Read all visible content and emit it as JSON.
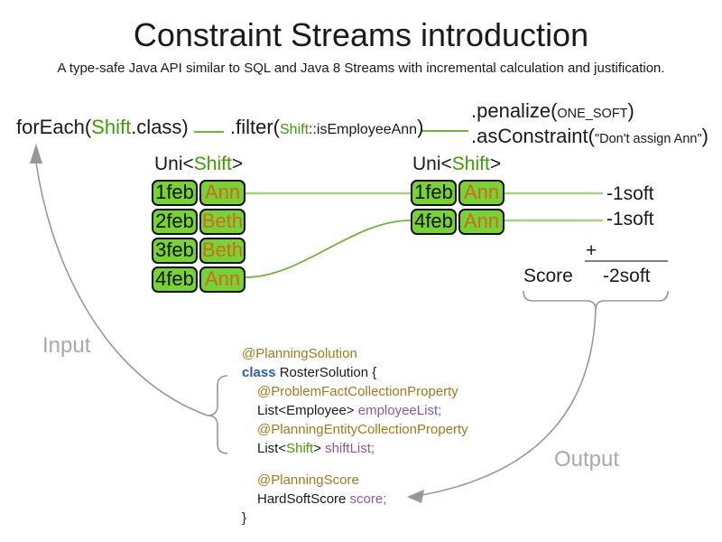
{
  "title": "Constraint Streams introduction",
  "subtitle": "A type-safe Java API similar to SQL and Java 8 Streams with incremental calculation and justification.",
  "colors": {
    "ink": "#1a1a1a",
    "green_text": "#3f9b06",
    "cell_fill": "#79d235",
    "cell_border": "#111111",
    "orange": "#cd6b1f",
    "line_light": "#a8cf85",
    "line_dark": "#70b23c",
    "flow_dash": "#70b23c",
    "annotation": "#a1791f",
    "keyword": "#2b5bb7",
    "field": "#8d57a9",
    "arrow": "#989898",
    "io_text": "#a9a9a9",
    "plus_line": "#7f7f7f"
  },
  "flow": {
    "foreach": [
      {
        "t": "forEach(",
        "c": ""
      },
      {
        "t": "Shift",
        "c": "green"
      },
      {
        "t": ".class)",
        "c": ""
      }
    ],
    "filter": [
      {
        "t": ".filter(",
        "c": ""
      },
      {
        "t": "Shift",
        "c": "sm green"
      },
      {
        "t": "::isEmployeeAnn",
        "c": "sm"
      },
      {
        "t": ")",
        "c": ""
      }
    ],
    "penalize": [
      {
        "t": ".penalize(",
        "c": ""
      },
      {
        "t": "ONE_SOFT",
        "c": "xs"
      },
      {
        "t": ")",
        "c": ""
      }
    ],
    "asconstraint": [
      {
        "t": ".asConstraint(",
        "c": ""
      },
      {
        "t": "\"Don't assign Ann\"",
        "c": "xs"
      },
      {
        "t": ")",
        "c": ""
      }
    ]
  },
  "tables": {
    "input": {
      "label": [
        {
          "t": "Uni<",
          "c": ""
        },
        {
          "t": "Shift",
          "c": "green"
        },
        {
          "t": ">",
          "c": ""
        }
      ],
      "rows": [
        {
          "date": "1feb",
          "name": "Ann"
        },
        {
          "date": "2feb",
          "name": "Beth"
        },
        {
          "date": "3feb",
          "name": "Beth"
        },
        {
          "date": "4feb",
          "name": "Ann"
        }
      ]
    },
    "output": {
      "label": [
        {
          "t": "Uni<",
          "c": ""
        },
        {
          "t": "Shift",
          "c": "green"
        },
        {
          "t": ">",
          "c": ""
        }
      ],
      "rows": [
        {
          "date": "1feb",
          "name": "Ann"
        },
        {
          "date": "4feb",
          "name": "Ann"
        }
      ]
    }
  },
  "scores": {
    "per_match": [
      "-1soft",
      "-1soft"
    ],
    "plus_sign": "+",
    "score_label": "Score",
    "total": "-2soft"
  },
  "labels": {
    "input": "Input",
    "output": "Output"
  },
  "code": {
    "lines": [
      {
        "ind": 0,
        "seg": [
          {
            "t": "@PlanningSolution",
            "c": "ann"
          }
        ]
      },
      {
        "ind": 0,
        "seg": [
          {
            "t": "class",
            "c": "kw"
          },
          {
            "t": " RosterSolution {",
            "c": ""
          }
        ]
      },
      {
        "ind": 1,
        "seg": [
          {
            "t": "@ProblemFactCollectionProperty",
            "c": "ann"
          }
        ]
      },
      {
        "ind": 1,
        "seg": [
          {
            "t": "List<Employee> ",
            "c": ""
          },
          {
            "t": "employeeList;",
            "c": "field"
          }
        ]
      },
      {
        "ind": 1,
        "seg": [
          {
            "t": "@PlanningEntityCollectionProperty",
            "c": "ann"
          }
        ]
      },
      {
        "ind": 1,
        "seg": [
          {
            "t": "List<",
            "c": ""
          },
          {
            "t": "Shift",
            "c": "green"
          },
          {
            "t": "> ",
            "c": ""
          },
          {
            "t": "shiftList;",
            "c": "field"
          }
        ]
      },
      {
        "ind": 0,
        "blank": true,
        "seg": []
      },
      {
        "ind": 1,
        "seg": [
          {
            "t": "@PlanningScore",
            "c": "ann"
          }
        ]
      },
      {
        "ind": 1,
        "seg": [
          {
            "t": "HardSoftScore ",
            "c": ""
          },
          {
            "t": "score;",
            "c": "field"
          }
        ]
      },
      {
        "ind": 0,
        "seg": [
          {
            "t": "}",
            "c": ""
          }
        ]
      }
    ]
  }
}
